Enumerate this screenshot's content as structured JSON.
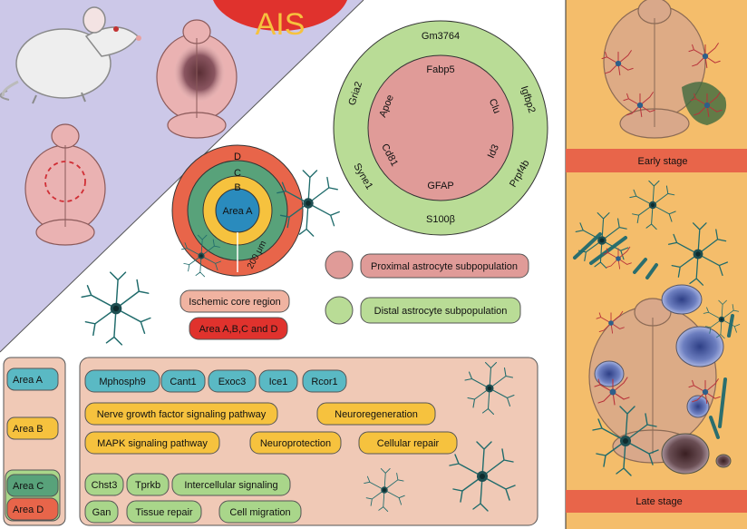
{
  "title": "AIS",
  "colors": {
    "lavender": "#ccc8e8",
    "peach": "#f0c9b6",
    "orange_panel": "#f4bd6b",
    "red": "#e0322d",
    "salmon": "#e8654a",
    "green_ring": "#b9dc96",
    "pink_inner": "#e09b98",
    "teal": "#5ab9c4",
    "yellow": "#f6c23e",
    "green_pill": "#a9d68a"
  },
  "outer_ring_genes": [
    "Gm3764",
    "Igfbp2",
    "Prpf4b",
    "S100β",
    "Syne1",
    "Gria2"
  ],
  "inner_ring_genes": [
    "Fabp5",
    "Clu",
    "Id3",
    "GFAP",
    "Cd81",
    "Apoe"
  ],
  "areas": {
    "d": "D",
    "c": "C",
    "b": "B",
    "a": "Area A",
    "scale": "200 μm"
  },
  "legend": {
    "ischemic": "Ischemic core region",
    "areas_abcd": "Area A,B,C and D",
    "proximal": "Proximal astrocyte subpopulation",
    "distal": "Distal astrocyte subpopulation"
  },
  "stages": {
    "early": "Early stage",
    "late": "Late stage"
  },
  "area_list": [
    "Area A",
    "Area B",
    "Area C",
    "Area D"
  ],
  "genes_blue": [
    "Mphosph9",
    "Cant1",
    "Exoc3",
    "Ice1",
    "Rcor1"
  ],
  "pathways_yellow": [
    "Nerve growth factor signaling pathway",
    "Neuroregeneration",
    "MAPK signaling pathway",
    "Neuroprotection",
    "Cellular repair"
  ],
  "genes_green": [
    "Chst3",
    "Tprkb",
    "Intercellular signaling",
    "Gan",
    "Tissue repair",
    "Cell migration"
  ]
}
